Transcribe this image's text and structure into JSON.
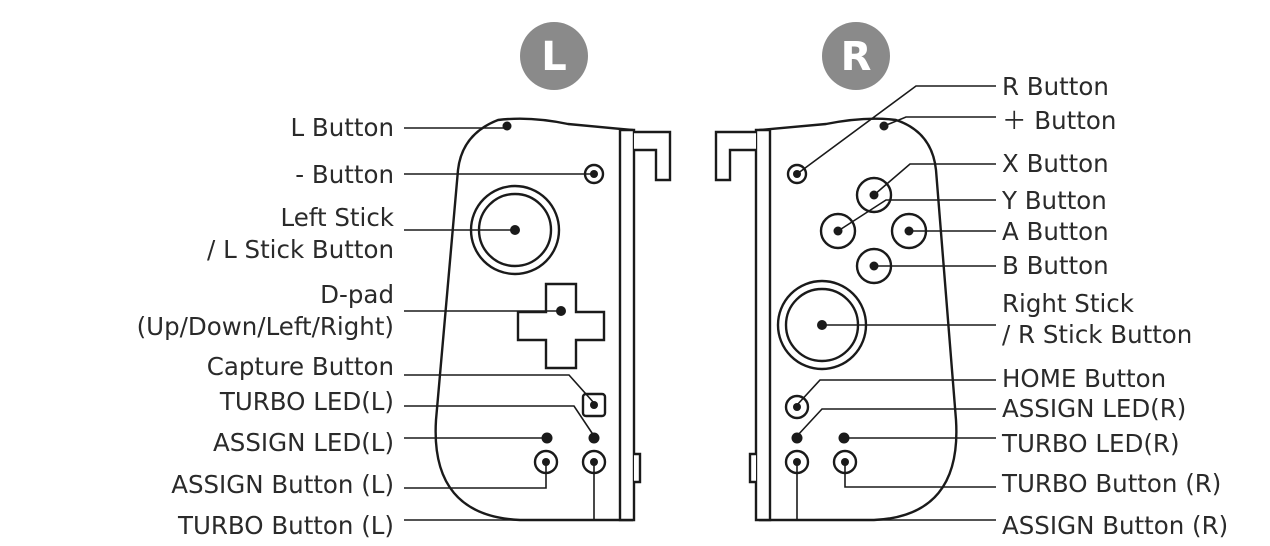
{
  "badges": {
    "left": "L",
    "right": "R"
  },
  "labels": {
    "l_button": "L Button",
    "minus_button": "- Button",
    "left_stick_1": "Left Stick",
    "left_stick_2": "/ L Stick Button",
    "dpad_1": "D-pad",
    "dpad_2": "(Up/Down/Left/Right)",
    "capture_button": "Capture Button",
    "turbo_led_l": "TURBO LED(L)",
    "assign_led_l": "ASSIGN LED(L)",
    "assign_button_l": "ASSIGN Button (L)",
    "turbo_button_l": "TURBO Button (L)",
    "r_button": "R Button",
    "plus_button": "＋ Button",
    "x_button": "X Button",
    "y_button": "Y Button",
    "a_button": "A Button",
    "b_button": "B Button",
    "right_stick_1": "Right Stick",
    "right_stick_2": "/ R Stick Button",
    "home_button": "HOME Button",
    "assign_led_r": "ASSIGN LED(R)",
    "turbo_led_r": "TURBO LED(R)",
    "turbo_button_r": "TURBO Button (R)",
    "assign_button_r": "ASSIGN Button (R)"
  },
  "colors": {
    "badge": "#8a8a8a",
    "ink": "#1a1a1a",
    "text": "#2a2a2a"
  }
}
